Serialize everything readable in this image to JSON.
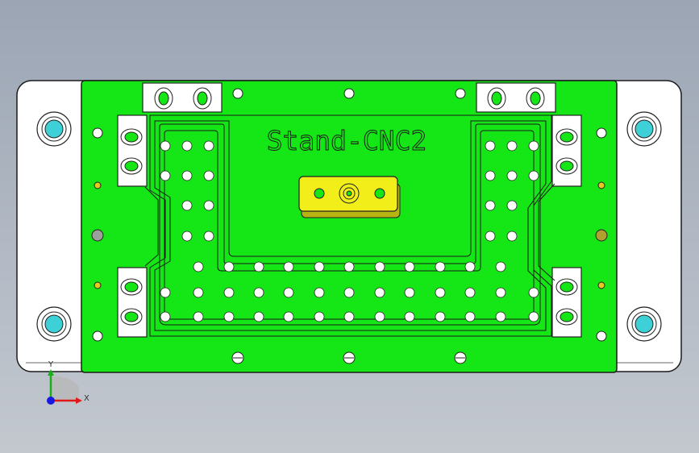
{
  "model": {
    "engraving": "Stand-CNC2"
  },
  "triad": {
    "x_label": "X",
    "y_label": "Y"
  },
  "colors": {
    "background_top": "#9ba5b4",
    "background_bottom": "#c3c8cf",
    "base_plate": "#ffffff",
    "pallet_green": "#15e615",
    "outline": "#1a1a1a",
    "locator_pin": "#3dd0d6",
    "block_yellow": "#f2ee1a",
    "x_axis": "#e01818",
    "y_axis": "#18b018",
    "z_axis": "#1818e0"
  }
}
